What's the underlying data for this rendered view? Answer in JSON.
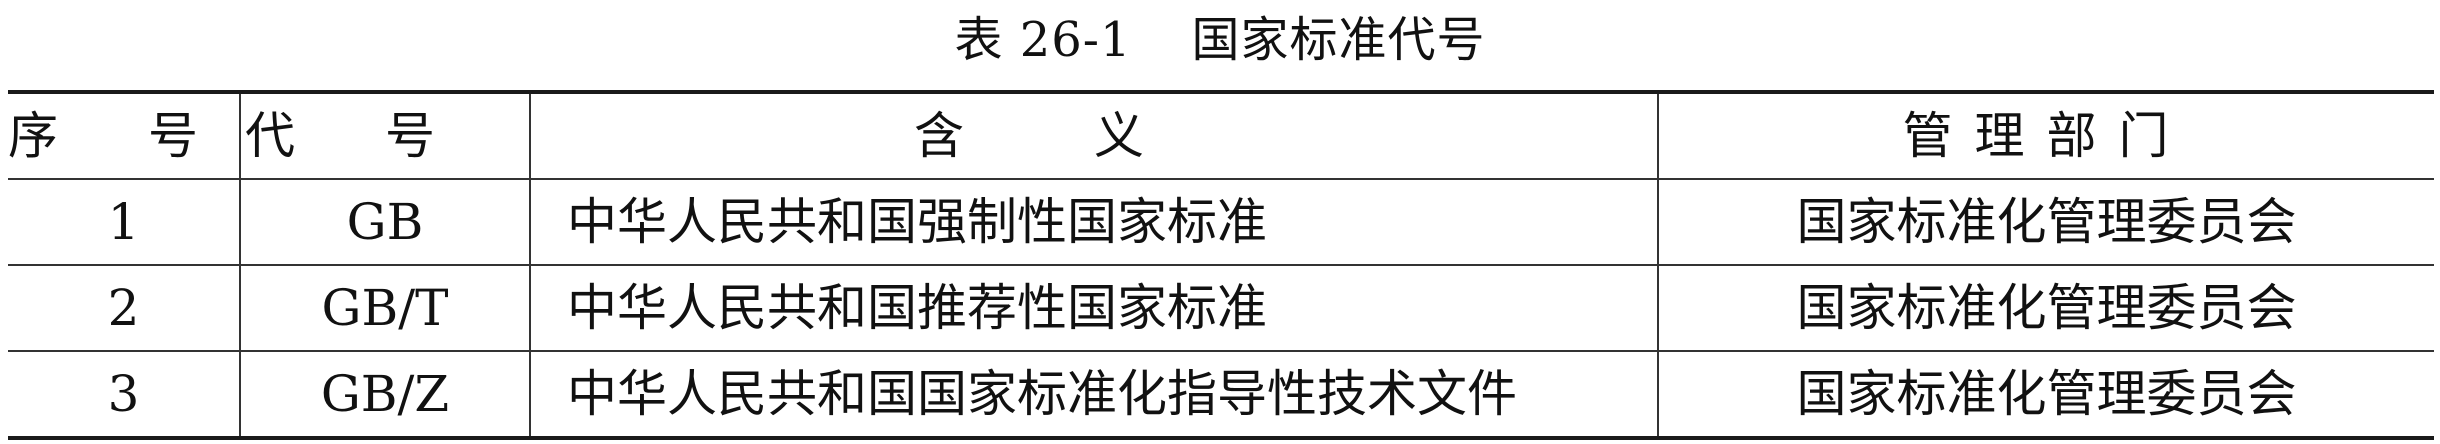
{
  "caption": {
    "label": "表 26-1",
    "title": "国家标准代号"
  },
  "table": {
    "headers": {
      "seq": "序号",
      "code": "代号",
      "meaning": "含义",
      "dept": "管理部门"
    },
    "rows": [
      {
        "seq": "1",
        "code": "GB",
        "meaning": "中华人民共和国强制性国家标准",
        "dept": "国家标准化管理委员会"
      },
      {
        "seq": "2",
        "code": "GB/T",
        "meaning": "中华人民共和国推荐性国家标准",
        "dept": "国家标准化管理委员会"
      },
      {
        "seq": "3",
        "code": "GB/Z",
        "meaning": "中华人民共和国国家标准化指导性技术文件",
        "dept": "国家标准化管理委员会"
      }
    ]
  }
}
